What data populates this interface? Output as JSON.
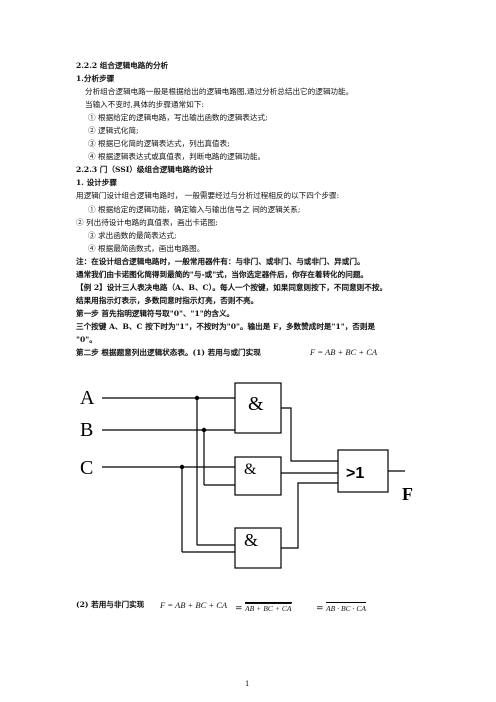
{
  "heading": "2.2.2  组合逻辑电路的分析",
  "analysis": {
    "title": "1.分析步骤",
    "intro": "分析组合逻辑电路一般是根据给出的逻辑电路图,通过分析总结出它的逻辑功能。",
    "steps_lead": "当输入不变时,具体的步骤通常如下:",
    "steps": [
      "①    根据给定的逻辑电路，写出输出函数的逻辑表达式;",
      "②    逻辑式化简;",
      "③  根据已化简的逻辑表达式，列出真值表;",
      "④    根据逻辑表达式或真值表，判断电路的逻辑功能。"
    ]
  },
  "section2": "2.2.3  门（SSI）级组合逻辑电路的设计",
  "design": {
    "title": "1.  设计步骤",
    "lead": "用逻辑门设计组合逻辑电路时，  一般需要经过与分析过程相反的以下四个步骤:",
    "steps": [
      "①    根据给定的逻辑功能，确定输入与输出信号之  间的逻辑关系;",
      "②    列出待设计电路的真值表，画出卡诺图;",
      "③    求出函数的最简表达式;",
      "④    根据最简函数式，画出电路图。"
    ]
  },
  "note": [
    "注：在设计组合逻辑电路时，一般常用器件有：与非门、或非门、与或非门、异或门。",
    "通常我们由卡诺图化简得到最简的\"与-或\"式，当你选定器件后，你存在着转化的问题。"
  ],
  "example": [
    "【例 2】设计三人表决电路（A、B、C）。每人一个按键，如果同意则按下，不同意则不按。",
    "结果用指示灯表示，多数同意时指示灯亮，否则不亮。"
  ],
  "step1": "第一步    首先指明逻辑符号取\"0\"、\"1\"的含义。",
  "step1_detail": [
    "三个按键 A、B、C 按下时为\"1\"，不按时为\"0\"。输出是 F，多数赞成时是\"1\"，否则是",
    "\"0\"。"
  ],
  "step2": "第二步  根据题意列出逻辑状态表。(1)  若用与或门实现",
  "eq1": "F = AB + BC + CA",
  "circuit": {
    "inputs": [
      "A",
      "B",
      "C"
    ],
    "and_label": "&",
    "or_label": ">1",
    "output": "F"
  },
  "nand_caption": "(2)  若用与非门实现",
  "eq2": {
    "lhs": "F = AB + BC + CA",
    "mid_eq": "=",
    "mid_expr": "AB + BC + CA",
    "rhs_eq": "=",
    "rhs_expr": "AB · BC · CA"
  },
  "page_number": "1"
}
